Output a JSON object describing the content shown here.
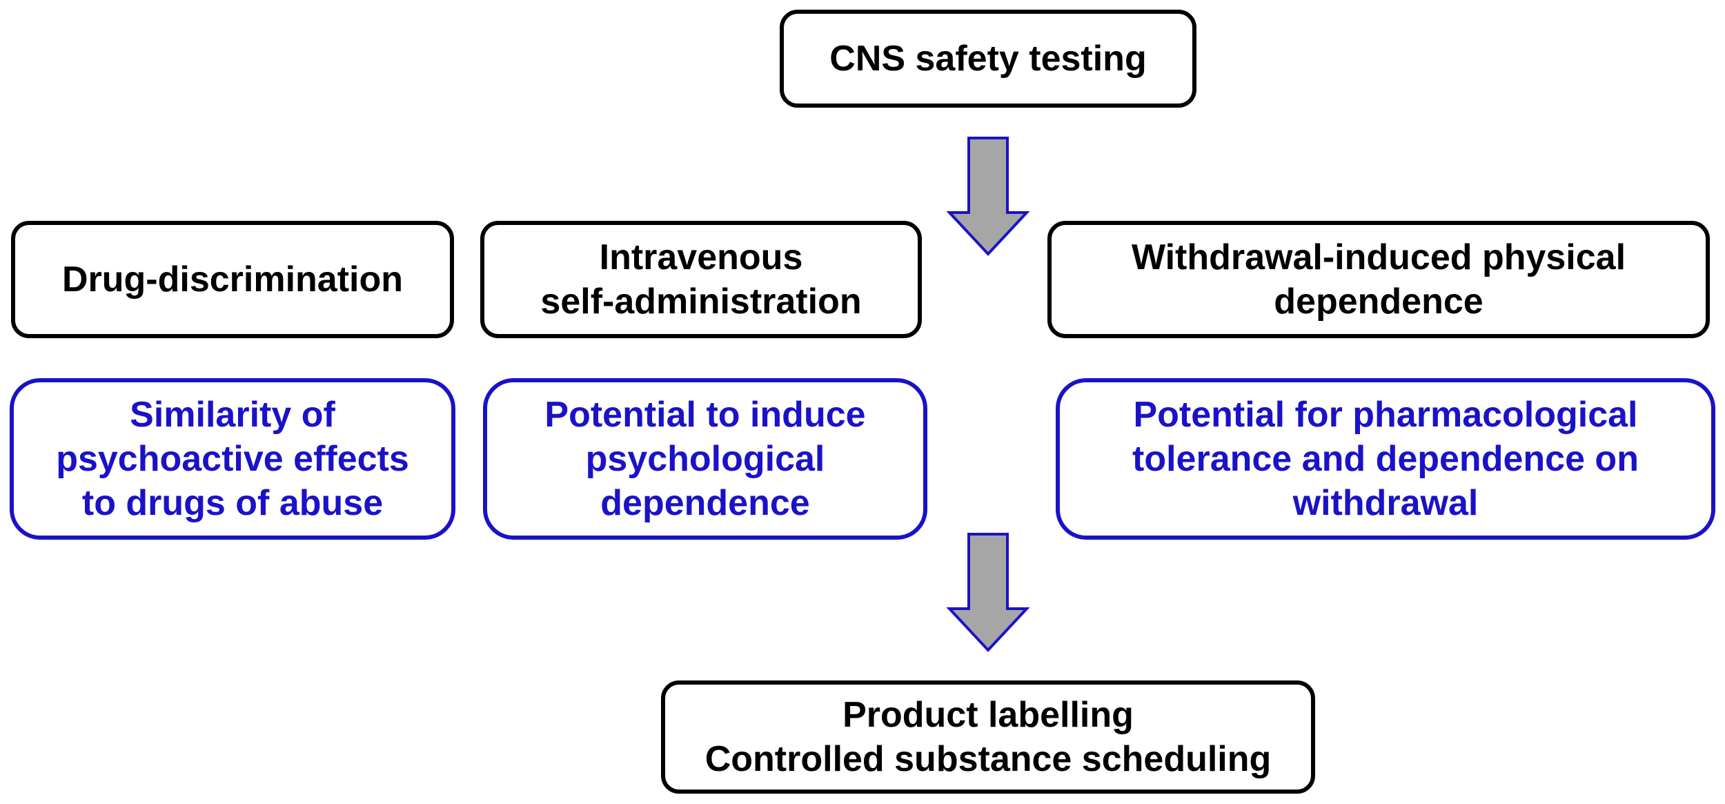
{
  "colors": {
    "box_border": "#000000",
    "outcome_border": "#1a12c8",
    "outcome_text": "#1a12c8",
    "arrow_fill": "#a6a6a6",
    "arrow_stroke": "#1a12c8"
  },
  "top": {
    "label": "CNS safety testing"
  },
  "tests": [
    {
      "lines": [
        "Drug-discrimination"
      ]
    },
    {
      "lines": [
        "Intravenous",
        "self-administration"
      ]
    },
    {
      "lines": [
        "Withdrawal-induced physical",
        "dependence"
      ]
    }
  ],
  "outcomes": [
    {
      "lines": [
        "Similarity of",
        "psychoactive effects",
        "to drugs of abuse"
      ]
    },
    {
      "lines": [
        "Potential to induce",
        "psychological",
        "dependence"
      ]
    },
    {
      "lines": [
        "Potential for pharmacological",
        "tolerance and dependence on",
        "withdrawal"
      ]
    }
  ],
  "bottom": {
    "lines": [
      "Product labelling",
      "Controlled substance scheduling"
    ]
  }
}
